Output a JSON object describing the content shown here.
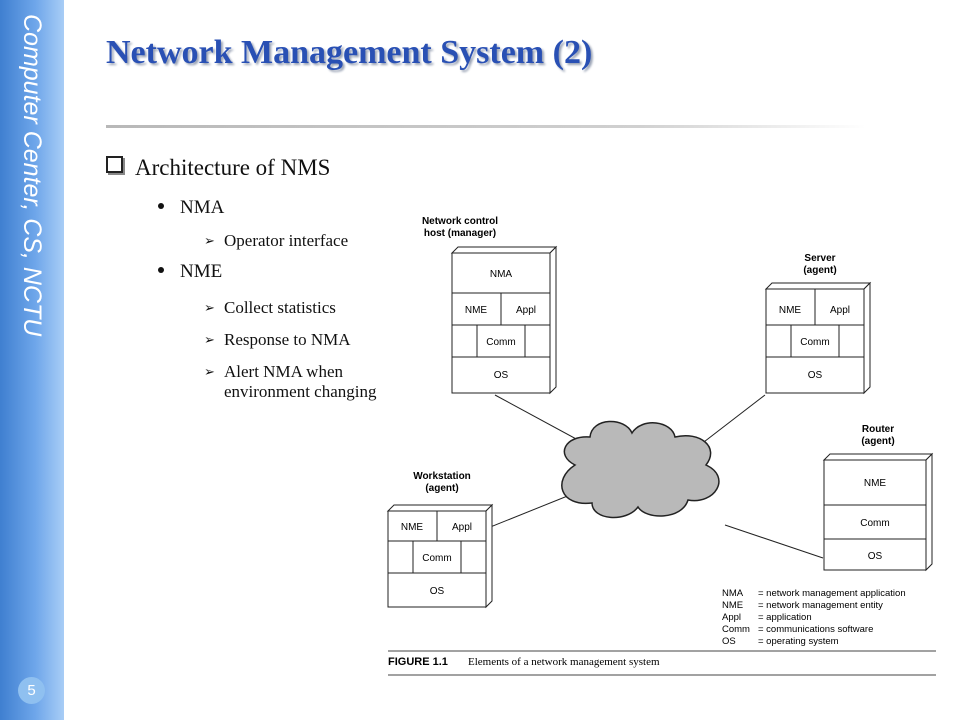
{
  "sidebar": {
    "text": "Computer Center, CS, NCTU",
    "page_number": "5"
  },
  "slide": {
    "title": "Network Management System (2)",
    "bullets": {
      "heading": "Architecture of NMS",
      "items": [
        {
          "label": "NMA",
          "sub": [
            "Operator interface"
          ]
        },
        {
          "label": "NME",
          "sub": [
            "Collect statistics",
            "Response to NMA",
            "Alert NMA when",
            "environment changing"
          ]
        }
      ]
    }
  },
  "figure": {
    "hosts": {
      "manager": {
        "title_line1": "Network control",
        "title_line2": "host (manager)",
        "nma": "NMA",
        "nme": "NME",
        "appl": "Appl",
        "comm": "Comm",
        "os": "OS"
      },
      "server": {
        "title_line1": "Server",
        "title_line2": "(agent)",
        "nme": "NME",
        "appl": "Appl",
        "comm": "Comm",
        "os": "OS"
      },
      "router": {
        "title_line1": "Router",
        "title_line2": "(agent)",
        "nme": "NME",
        "comm": "Comm",
        "os": "OS"
      },
      "workstation": {
        "title_line1": "Workstation",
        "title_line2": "(agent)",
        "nme": "NME",
        "appl": "Appl",
        "comm": "Comm",
        "os": "OS"
      }
    },
    "legend": [
      {
        "abbr": "NMA",
        "def": "= network management application"
      },
      {
        "abbr": "NME",
        "def": "= network management entity"
      },
      {
        "abbr": "Appl",
        "def": "= application"
      },
      {
        "abbr": "Comm",
        "def": "= communications software"
      },
      {
        "abbr": "OS",
        "def": "= operating system"
      }
    ],
    "caption_label": "FIGURE 1.1",
    "caption_text": "Elements of a network management system"
  }
}
